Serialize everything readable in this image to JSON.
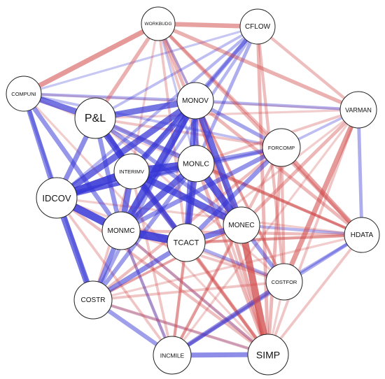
{
  "colors": {
    "positive": "#3535d6",
    "negative": "#d14a4a",
    "node_fill": "#ffffff",
    "node_stroke": "#222222",
    "background": "#ffffff"
  },
  "nodes": [
    {
      "id": "WORKBUDG",
      "label": "WORKBUDG"
    },
    {
      "id": "CFLOW",
      "label": "CFLOW"
    },
    {
      "id": "COMPUNI",
      "label": "COMPUNI"
    },
    {
      "id": "P&L",
      "label": "P&L"
    },
    {
      "id": "MONOV",
      "label": "MONOV"
    },
    {
      "id": "VARMAN",
      "label": "VARMAN"
    },
    {
      "id": "FORCOMP",
      "label": "FORCOMP"
    },
    {
      "id": "INTERIMV",
      "label": "INTERIMV"
    },
    {
      "id": "MONLC",
      "label": "MONLC"
    },
    {
      "id": "IDCOV",
      "label": "IDCOV"
    },
    {
      "id": "MONMC",
      "label": "MONMC"
    },
    {
      "id": "TCACT",
      "label": "TCACT"
    },
    {
      "id": "MONEC",
      "label": "MONEC"
    },
    {
      "id": "HDATA",
      "label": "HDATA"
    },
    {
      "id": "COSTFOR",
      "label": "COSTFOR"
    },
    {
      "id": "COSTR",
      "label": "COSTR"
    },
    {
      "id": "INCMILE",
      "label": "INCMILE"
    },
    {
      "id": "SIMP",
      "label": "SIMP"
    }
  ],
  "edges": [
    {
      "source": "MONMC",
      "target": "TCACT",
      "sign": "positive",
      "weight": 0.95
    },
    {
      "source": "IDCOV",
      "target": "INTERIMV",
      "sign": "positive",
      "weight": 0.95
    },
    {
      "source": "IDCOV",
      "target": "MONMC",
      "sign": "positive",
      "weight": 0.9
    },
    {
      "source": "INTERIMV",
      "target": "MONLC",
      "sign": "positive",
      "weight": 0.85
    },
    {
      "source": "P&L",
      "target": "INTERIMV",
      "sign": "positive",
      "weight": 0.8
    },
    {
      "source": "MONOV",
      "target": "MONMC",
      "sign": "positive",
      "weight": 0.85
    },
    {
      "source": "MONOV",
      "target": "IDCOV",
      "sign": "positive",
      "weight": 0.75
    },
    {
      "source": "MONOV",
      "target": "INTERIMV",
      "sign": "positive",
      "weight": 0.7
    },
    {
      "source": "MONLC",
      "target": "MONEC",
      "sign": "positive",
      "weight": 0.85
    },
    {
      "source": "MONLC",
      "target": "MONMC",
      "sign": "positive",
      "weight": 0.75
    },
    {
      "source": "MONLC",
      "target": "TCACT",
      "sign": "positive",
      "weight": 0.7
    },
    {
      "source": "INTERIMV",
      "target": "MONEC",
      "sign": "positive",
      "weight": 0.8
    },
    {
      "source": "MONEC",
      "target": "TCACT",
      "sign": "positive",
      "weight": 0.65
    },
    {
      "source": "MONOV",
      "target": "MONEC",
      "sign": "positive",
      "weight": 0.75
    },
    {
      "source": "MONOV",
      "target": "MONLC",
      "sign": "positive",
      "weight": 0.6
    },
    {
      "source": "MONOV",
      "target": "TCACT",
      "sign": "positive",
      "weight": 0.6
    },
    {
      "source": "P&L",
      "target": "MONOV",
      "sign": "positive",
      "weight": 0.7
    },
    {
      "source": "INTERIMV",
      "target": "MONMC",
      "sign": "positive",
      "weight": 0.7
    },
    {
      "source": "INTERIMV",
      "target": "TCACT",
      "sign": "positive",
      "weight": 0.65
    },
    {
      "source": "IDCOV",
      "target": "MONLC",
      "sign": "positive",
      "weight": 0.65
    },
    {
      "source": "IDCOV",
      "target": "COSTR",
      "sign": "positive",
      "weight": 0.7
    },
    {
      "source": "COMPUNI",
      "target": "P&L",
      "sign": "positive",
      "weight": 0.7
    },
    {
      "source": "COMPUNI",
      "target": "IDCOV",
      "sign": "positive",
      "weight": 0.55
    },
    {
      "source": "COMPUNI",
      "target": "MONMC",
      "sign": "positive",
      "weight": 0.5
    },
    {
      "source": "COMPUNI",
      "target": "COSTR",
      "sign": "positive",
      "weight": 0.35
    },
    {
      "source": "P&L",
      "target": "IDCOV",
      "sign": "positive",
      "weight": 0.55
    },
    {
      "source": "P&L",
      "target": "MONMC",
      "sign": "positive",
      "weight": 0.5
    },
    {
      "source": "P&L",
      "target": "MONLC",
      "sign": "positive",
      "weight": 0.5
    },
    {
      "source": "P&L",
      "target": "TCACT",
      "sign": "positive",
      "weight": 0.45
    },
    {
      "source": "P&L",
      "target": "MONEC",
      "sign": "positive",
      "weight": 0.45
    },
    {
      "source": "COSTR",
      "target": "MONMC",
      "sign": "positive",
      "weight": 0.55
    },
    {
      "source": "COSTR",
      "target": "TCACT",
      "sign": "positive",
      "weight": 0.55
    },
    {
      "source": "COSTR",
      "target": "INCMILE",
      "sign": "positive",
      "weight": 0.45
    },
    {
      "source": "COSTR",
      "target": "MONLC",
      "sign": "positive",
      "weight": 0.45
    },
    {
      "source": "COSTR",
      "target": "MONOV",
      "sign": "positive",
      "weight": 0.4
    },
    {
      "source": "INCMILE",
      "target": "SIMP",
      "sign": "positive",
      "weight": 0.55
    },
    {
      "source": "INCMILE",
      "target": "COSTFOR",
      "sign": "positive",
      "weight": 0.5
    },
    {
      "source": "INCMILE",
      "target": "MONMC",
      "sign": "positive",
      "weight": 0.3
    },
    {
      "source": "FORCOMP",
      "target": "MONMC",
      "sign": "positive",
      "weight": 0.5
    },
    {
      "source": "FORCOMP",
      "target": "TCACT",
      "sign": "positive",
      "weight": 0.5
    },
    {
      "source": "FORCOMP",
      "target": "MONLC",
      "sign": "positive",
      "weight": 0.45
    },
    {
      "source": "FORCOMP",
      "target": "MONOV",
      "sign": "positive",
      "weight": 0.4
    },
    {
      "source": "FORCOMP",
      "target": "IDCOV",
      "sign": "positive",
      "weight": 0.35
    },
    {
      "source": "CFLOW",
      "target": "MONOV",
      "sign": "positive",
      "weight": 0.4
    },
    {
      "source": "CFLOW",
      "target": "INTERIMV",
      "sign": "positive",
      "weight": 0.4
    },
    {
      "source": "CFLOW",
      "target": "MONLC",
      "sign": "positive",
      "weight": 0.35
    },
    {
      "source": "CFLOW",
      "target": "IDCOV",
      "sign": "positive",
      "weight": 0.3
    },
    {
      "source": "CFLOW",
      "target": "MONMC",
      "sign": "positive",
      "weight": 0.3
    },
    {
      "source": "CFLOW",
      "target": "P&L",
      "sign": "positive",
      "weight": 0.25
    },
    {
      "source": "VARMAN",
      "target": "MONOV",
      "sign": "positive",
      "weight": 0.3
    },
    {
      "source": "VARMAN",
      "target": "HDATA",
      "sign": "positive",
      "weight": 0.35
    },
    {
      "source": "VARMAN",
      "target": "FORCOMP",
      "sign": "positive",
      "weight": 0.25
    },
    {
      "source": "HDATA",
      "target": "INCMILE",
      "sign": "positive",
      "weight": 0.35
    },
    {
      "source": "HDATA",
      "target": "MONEC",
      "sign": "positive",
      "weight": 0.3
    },
    {
      "source": "HDATA",
      "target": "COSTFOR",
      "sign": "positive",
      "weight": 0.3
    },
    {
      "source": "MONEC",
      "target": "COSTFOR",
      "sign": "positive",
      "weight": 0.45
    },
    {
      "source": "TCACT",
      "target": "COSTFOR",
      "sign": "positive",
      "weight": 0.35
    },
    {
      "source": "COMPUNI",
      "target": "MONOV",
      "sign": "positive",
      "weight": 0.3
    },
    {
      "source": "COMPUNI",
      "target": "CFLOW",
      "sign": "positive",
      "weight": 0.2
    },
    {
      "source": "COMPUNI",
      "target": "FORCOMP",
      "sign": "positive",
      "weight": 0.25
    },
    {
      "source": "WORKBUDG",
      "target": "MONOV",
      "sign": "positive",
      "weight": 0.25
    },
    {
      "source": "WORKBUDG",
      "target": "MONLC",
      "sign": "positive",
      "weight": 0.2
    },
    {
      "source": "SIMP",
      "target": "MONMC",
      "sign": "positive",
      "weight": 0.25
    },
    {
      "source": "SIMP",
      "target": "COSTR",
      "sign": "positive",
      "weight": 0.2
    },
    {
      "source": "MONEC",
      "target": "SIMP",
      "sign": "negative",
      "weight": 0.8
    },
    {
      "source": "COSTFOR",
      "target": "VARMAN",
      "sign": "negative",
      "weight": 0.55
    },
    {
      "source": "WORKBUDG",
      "target": "COMPUNI",
      "sign": "negative",
      "weight": 0.55
    },
    {
      "source": "WORKBUDG",
      "target": "CFLOW",
      "sign": "negative",
      "weight": 0.5
    },
    {
      "source": "WORKBUDG",
      "target": "VARMAN",
      "sign": "negative",
      "weight": 0.4
    },
    {
      "source": "WORKBUDG",
      "target": "P&L",
      "sign": "negative",
      "weight": 0.4
    },
    {
      "source": "WORKBUDG",
      "target": "HDATA",
      "sign": "negative",
      "weight": 0.35
    },
    {
      "source": "WORKBUDG",
      "target": "MONEC",
      "sign": "negative",
      "weight": 0.35
    },
    {
      "source": "WORKBUDG",
      "target": "FORCOMP",
      "sign": "negative",
      "weight": 0.3
    },
    {
      "source": "CFLOW",
      "target": "VARMAN",
      "sign": "negative",
      "weight": 0.3
    },
    {
      "source": "CFLOW",
      "target": "SIMP",
      "sign": "negative",
      "weight": 0.35
    },
    {
      "source": "CFLOW",
      "target": "COSTFOR",
      "sign": "negative",
      "weight": 0.3
    },
    {
      "source": "MONOV",
      "target": "SIMP",
      "sign": "negative",
      "weight": 0.4
    },
    {
      "source": "MONOV",
      "target": "HDATA",
      "sign": "negative",
      "weight": 0.35
    },
    {
      "source": "MONOV",
      "target": "COSTFOR",
      "sign": "negative",
      "weight": 0.3
    },
    {
      "source": "FORCOMP",
      "target": "HDATA",
      "sign": "negative",
      "weight": 0.5
    },
    {
      "source": "FORCOMP",
      "target": "SIMP",
      "sign": "negative",
      "weight": 0.35
    },
    {
      "source": "FORCOMP",
      "target": "COSTFOR",
      "sign": "negative",
      "weight": 0.3
    },
    {
      "source": "FORCOMP",
      "target": "INCMILE",
      "sign": "negative",
      "weight": 0.3
    },
    {
      "source": "FORCOMP",
      "target": "COSTR",
      "sign": "negative",
      "weight": 0.3
    },
    {
      "source": "VARMAN",
      "target": "MONEC",
      "sign": "negative",
      "weight": 0.35
    },
    {
      "source": "VARMAN",
      "target": "MONLC",
      "sign": "negative",
      "weight": 0.25
    },
    {
      "source": "VARMAN",
      "target": "P&L",
      "sign": "negative",
      "weight": 0.2
    },
    {
      "source": "VARMAN",
      "target": "SIMP",
      "sign": "negative",
      "weight": 0.25
    },
    {
      "source": "HDATA",
      "target": "TCACT",
      "sign": "negative",
      "weight": 0.3
    },
    {
      "source": "HDATA",
      "target": "MONMC",
      "sign": "negative",
      "weight": 0.3
    },
    {
      "source": "HDATA",
      "target": "MONLC",
      "sign": "negative",
      "weight": 0.25
    },
    {
      "source": "HDATA",
      "target": "SIMP",
      "sign": "negative",
      "weight": 0.25
    },
    {
      "source": "MONLC",
      "target": "SIMP",
      "sign": "negative",
      "weight": 0.35
    },
    {
      "source": "MONLC",
      "target": "HDATA",
      "sign": "negative",
      "weight": 0.3
    },
    {
      "source": "MONLC",
      "target": "INCMILE",
      "sign": "negative",
      "weight": 0.3
    },
    {
      "source": "TCACT",
      "target": "SIMP",
      "sign": "negative",
      "weight": 0.35
    },
    {
      "source": "TCACT",
      "target": "INCMILE",
      "sign": "negative",
      "weight": 0.25
    },
    {
      "source": "TCACT",
      "target": "HDATA",
      "sign": "negative",
      "weight": 0.25
    },
    {
      "source": "MONMC",
      "target": "SIMP",
      "sign": "negative",
      "weight": 0.3
    },
    {
      "source": "MONMC",
      "target": "COSTFOR",
      "sign": "negative",
      "weight": 0.25
    },
    {
      "source": "MONMC",
      "target": "INCMILE",
      "sign": "negative",
      "weight": 0.25
    },
    {
      "source": "INTERIMV",
      "target": "SIMP",
      "sign": "negative",
      "weight": 0.3
    },
    {
      "source": "INTERIMV",
      "target": "COSTR",
      "sign": "negative",
      "weight": 0.25
    },
    {
      "source": "INTERIMV",
      "target": "INCMILE",
      "sign": "negative",
      "weight": 0.25
    },
    {
      "source": "IDCOV",
      "target": "SIMP",
      "sign": "negative",
      "weight": 0.3
    },
    {
      "source": "IDCOV",
      "target": "INCMILE",
      "sign": "negative",
      "weight": 0.25
    },
    {
      "source": "IDCOV",
      "target": "COSTFOR",
      "sign": "negative",
      "weight": 0.2
    },
    {
      "source": "IDCOV",
      "target": "HDATA",
      "sign": "negative",
      "weight": 0.2
    },
    {
      "source": "COSTR",
      "target": "SIMP",
      "sign": "negative",
      "weight": 0.3
    },
    {
      "source": "COSTR",
      "target": "MONEC",
      "sign": "negative",
      "weight": 0.25
    },
    {
      "source": "COSTR",
      "target": "COSTFOR",
      "sign": "negative",
      "weight": 0.25
    },
    {
      "source": "COSTR",
      "target": "HDATA",
      "sign": "negative",
      "weight": 0.2
    },
    {
      "source": "COSTFOR",
      "target": "INCMILE",
      "sign": "negative",
      "weight": 0.25
    },
    {
      "source": "P&L",
      "target": "SIMP",
      "sign": "negative",
      "weight": 0.25
    },
    {
      "source": "P&L",
      "target": "COSTFOR",
      "sign": "negative",
      "weight": 0.2
    },
    {
      "source": "P&L",
      "target": "HDATA",
      "sign": "negative",
      "weight": 0.2
    },
    {
      "source": "P&L",
      "target": "FORCOMP",
      "sign": "negative",
      "weight": 0.25
    },
    {
      "source": "COMPUNI",
      "target": "SIMP",
      "sign": "negative",
      "weight": 0.2
    },
    {
      "source": "COMPUNI",
      "target": "VARMAN",
      "sign": "negative",
      "weight": 0.15
    },
    {
      "source": "COMPUNI",
      "target": "HDATA",
      "sign": "negative",
      "weight": 0.15
    },
    {
      "source": "WORKBUDG",
      "target": "SIMP",
      "sign": "negative",
      "weight": 0.25
    },
    {
      "source": "WORKBUDG",
      "target": "TCACT",
      "sign": "negative",
      "weight": 0.25
    },
    {
      "source": "WORKBUDG",
      "target": "INTERIMV",
      "sign": "negative",
      "weight": 0.2
    },
    {
      "source": "WORKBUDG",
      "target": "COSTFOR",
      "sign": "negative",
      "weight": 0.2
    },
    {
      "source": "MONEC",
      "target": "INCMILE",
      "sign": "negative",
      "weight": 0.25
    },
    {
      "source": "MONEC",
      "target": "COSTR",
      "sign": "negative",
      "weight": 0.2
    },
    {
      "source": "VARMAN",
      "target": "INCMILE",
      "sign": "negative",
      "weight": 0.2
    },
    {
      "source": "VARMAN",
      "target": "TCACT",
      "sign": "negative",
      "weight": 0.2
    },
    {
      "source": "SIMP",
      "target": "COSTFOR",
      "sign": "negative",
      "weight": 0.2
    }
  ]
}
